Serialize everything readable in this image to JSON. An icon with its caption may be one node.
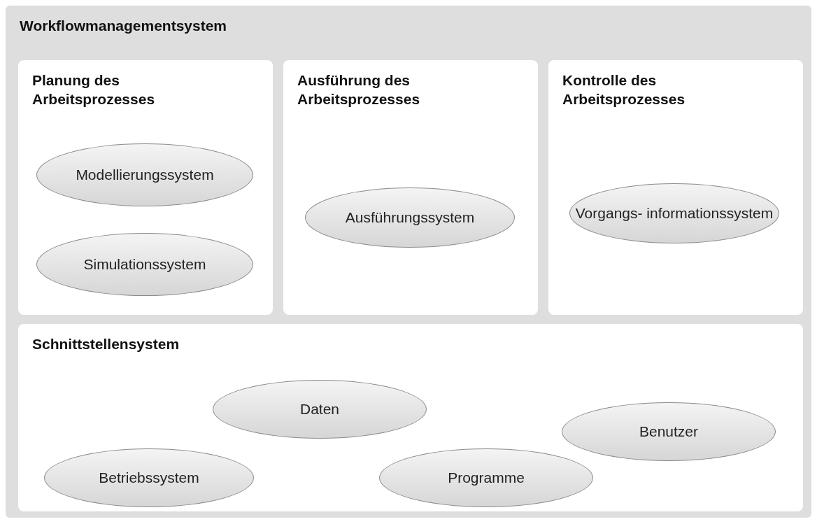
{
  "diagram": {
    "nodes": [
      {
        "text": [
          "Workflowmanagementsystem"
        ]
      },
      {
        "text": [
          "Planung des Arbeitsprozesses"
        ],
        "in": 0
      },
      {
        "text": [
          "Modellierungssystem"
        ],
        "in": 1
      },
      {
        "text": [
          "Simulationssystem"
        ],
        "in": 1
      },
      {
        "text": [
          "Ausführung des Arbeitsprozesses"
        ],
        "in": 0
      },
      {
        "text": [
          "Ausführungssystem"
        ],
        "in": 4
      },
      {
        "text": [
          "Kontrolle des Arbeitsprozesses"
        ],
        "in": 0
      },
      {
        "text": [
          "Vorgangs- informationssystem"
        ],
        "in": 6
      },
      {
        "text": [
          "Schnittstellensystem"
        ],
        "in": 0
      },
      {
        "text": [
          "Daten"
        ],
        "in": 8
      },
      {
        "text": [
          "Benutzer"
        ],
        "in": 8
      },
      {
        "text": [
          "Betriebssystem"
        ],
        "in": 8
      },
      {
        "text": [
          "Programme"
        ],
        "in": 8
      }
    ],
    "edges": []
  }
}
